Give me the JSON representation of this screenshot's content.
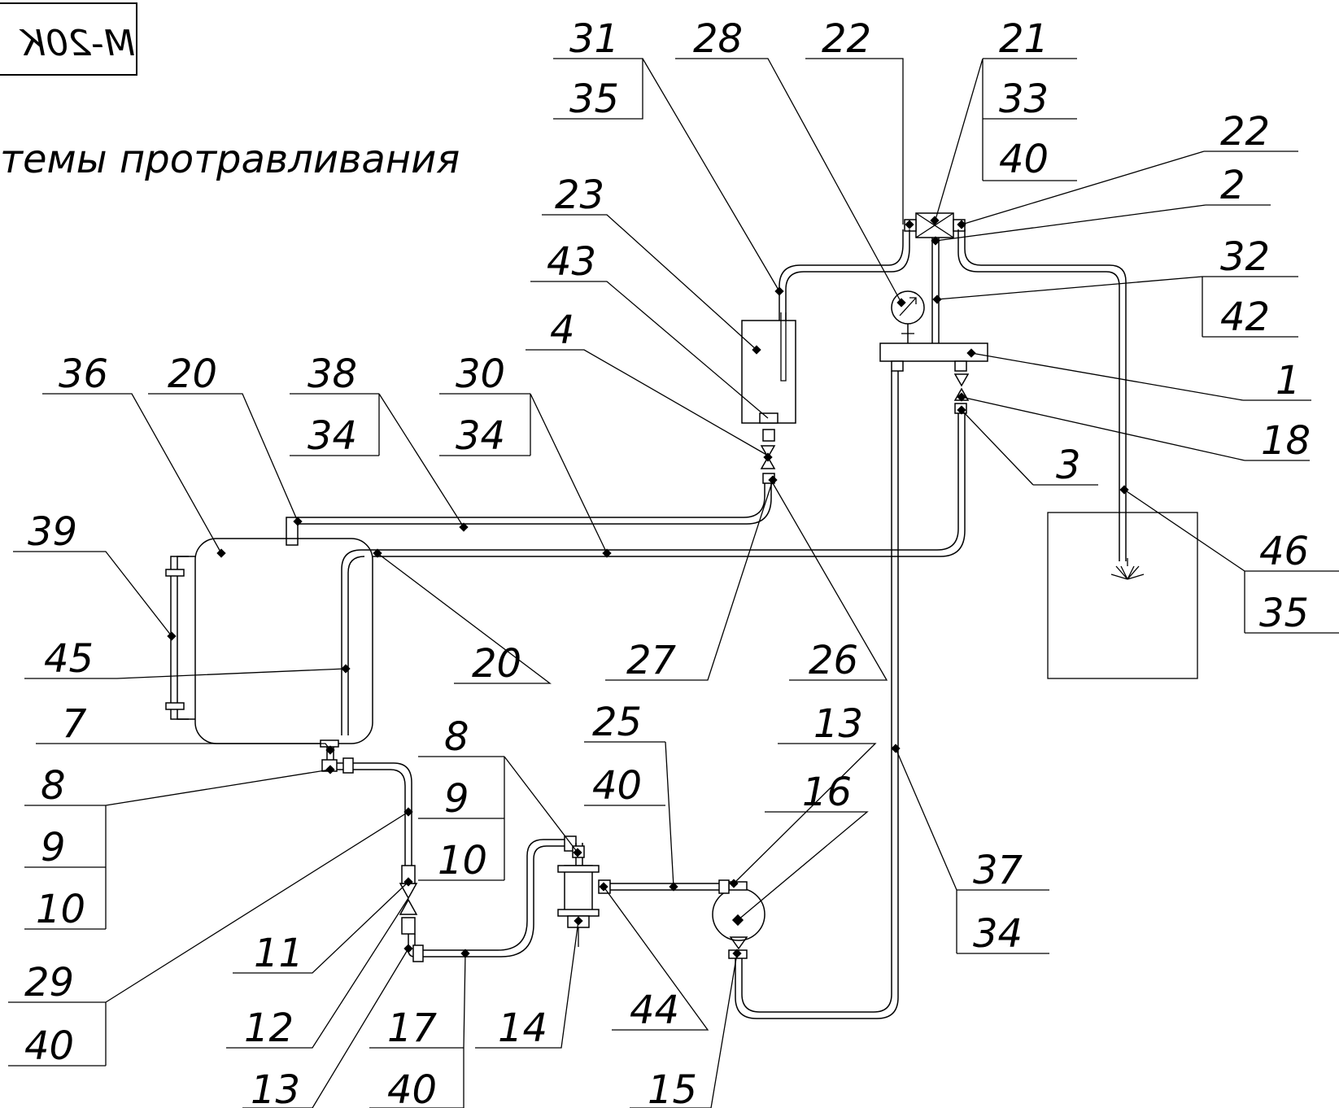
{
  "stamp": "М-20К",
  "title": "темы протравливания",
  "labels": [
    {
      "id": "l31",
      "text": "31"
    },
    {
      "id": "l35a",
      "text": "35"
    },
    {
      "id": "l28",
      "text": "28"
    },
    {
      "id": "l22a",
      "text": "22"
    },
    {
      "id": "l21",
      "text": "21"
    },
    {
      "id": "l33",
      "text": "33"
    },
    {
      "id": "l40a",
      "text": "40"
    },
    {
      "id": "l22b",
      "text": "22"
    },
    {
      "id": "l2",
      "text": "2"
    },
    {
      "id": "l32",
      "text": "32"
    },
    {
      "id": "l42",
      "text": "42"
    },
    {
      "id": "l1",
      "text": "1"
    },
    {
      "id": "l18",
      "text": "18"
    },
    {
      "id": "l3",
      "text": "3"
    },
    {
      "id": "l46",
      "text": "46"
    },
    {
      "id": "l35b",
      "text": "35"
    },
    {
      "id": "l23",
      "text": "23"
    },
    {
      "id": "l43",
      "text": "43"
    },
    {
      "id": "l4",
      "text": "4"
    },
    {
      "id": "l36",
      "text": "36"
    },
    {
      "id": "l20a",
      "text": "20"
    },
    {
      "id": "l38",
      "text": "38"
    },
    {
      "id": "l34a",
      "text": "34"
    },
    {
      "id": "l30",
      "text": "30"
    },
    {
      "id": "l34b",
      "text": "34"
    },
    {
      "id": "l39",
      "text": "39"
    },
    {
      "id": "l45",
      "text": "45"
    },
    {
      "id": "l7",
      "text": "7"
    },
    {
      "id": "l20b",
      "text": "20"
    },
    {
      "id": "l27",
      "text": "27"
    },
    {
      "id": "l26",
      "text": "26"
    },
    {
      "id": "l8a",
      "text": "8"
    },
    {
      "id": "l9a",
      "text": "9"
    },
    {
      "id": "l10a",
      "text": "10"
    },
    {
      "id": "l8b",
      "text": "8"
    },
    {
      "id": "l9b",
      "text": "9"
    },
    {
      "id": "l10b",
      "text": "10"
    },
    {
      "id": "l25",
      "text": "25"
    },
    {
      "id": "l40b",
      "text": "40"
    },
    {
      "id": "l13a",
      "text": "13"
    },
    {
      "id": "l16",
      "text": "16"
    },
    {
      "id": "l37",
      "text": "37"
    },
    {
      "id": "l34c",
      "text": "34"
    },
    {
      "id": "l29",
      "text": "29"
    },
    {
      "id": "l40c",
      "text": "40"
    },
    {
      "id": "l11",
      "text": "11"
    },
    {
      "id": "l12",
      "text": "12"
    },
    {
      "id": "l13b",
      "text": "13"
    },
    {
      "id": "l17",
      "text": "17"
    },
    {
      "id": "l40d",
      "text": "40"
    },
    {
      "id": "l14",
      "text": "14"
    },
    {
      "id": "l44",
      "text": "44"
    },
    {
      "id": "l15",
      "text": "15"
    }
  ]
}
